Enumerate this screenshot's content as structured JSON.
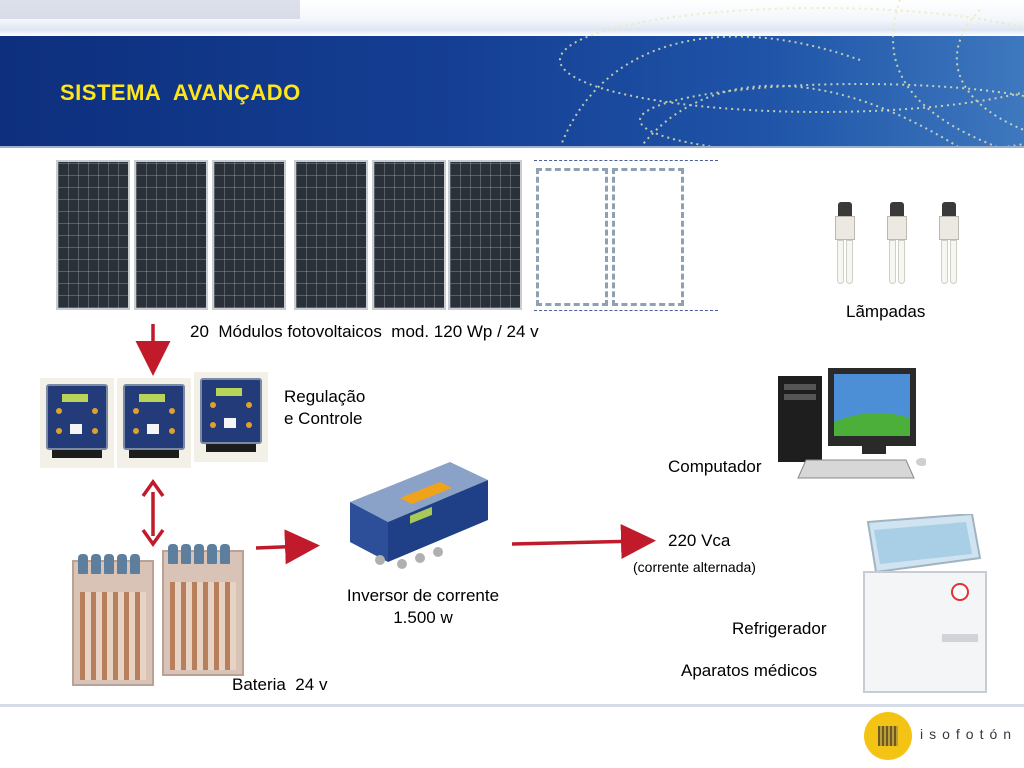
{
  "slide": {
    "title": "SISTEMA  AVANÇADO",
    "accent_color": "#ffe61a",
    "band_color": "#153f94"
  },
  "labels": {
    "modules": "20  Módulos fotovoltaicos  mod. 120 Wp / 24 v",
    "lamps": "Lãmpadas",
    "regulation": "Regulação\ne Controle",
    "computer": "Computador",
    "voltage": "220 Vca",
    "voltage_note": "(corrente alternada)",
    "inverter": "Inversor de corrente\n1.500 w",
    "refrigerator": "Refrigerador",
    "medical": "Aparatos médicos",
    "battery": "Bateria  24 v"
  },
  "icons": [
    "solar-panel-icon",
    "controller-icon",
    "battery-icon",
    "inverter-icon",
    "lamp-icon",
    "computer-icon",
    "freezer-icon"
  ],
  "logo": {
    "text": "isofotón",
    "color": "#f3c414"
  }
}
